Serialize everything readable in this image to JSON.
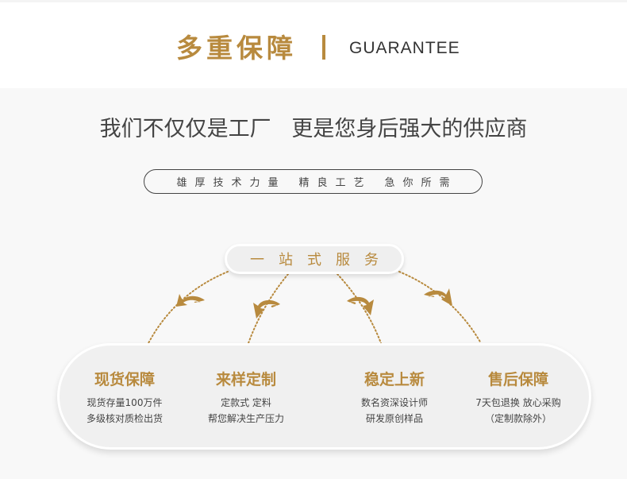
{
  "header": {
    "title_cn": "多重保障",
    "title_en": "GUARANTEE"
  },
  "subtitle": "我们不仅仅是工厂   更是您身后强大的供应商",
  "taglines": [
    "雄厚技术力量",
    "精良工艺",
    "急你所需"
  ],
  "service_pill": "一站式服务",
  "colors": {
    "accent": "#b88a3e",
    "text": "#444444",
    "background": "#f8f8f8",
    "panel": "#f0f0f0"
  },
  "features": [
    {
      "icon": "curved-arrow-down-left-icon",
      "title": "现货保障",
      "lines": [
        "现货存量100万件",
        "多级核对质检出货"
      ]
    },
    {
      "icon": "curved-arrow-down-left-icon",
      "title": "来样定制",
      "lines": [
        "定款式 定料",
        "帮您解决生产压力"
      ]
    },
    {
      "icon": "curved-arrow-down-right-icon",
      "title": "稳定上新",
      "lines": [
        "数名资深设计师",
        "研发原创样品"
      ]
    },
    {
      "icon": "curved-arrow-down-right-icon",
      "title": "售后保障",
      "lines": [
        "7天包退换 放心采购",
        "（定制款除外）"
      ]
    }
  ]
}
